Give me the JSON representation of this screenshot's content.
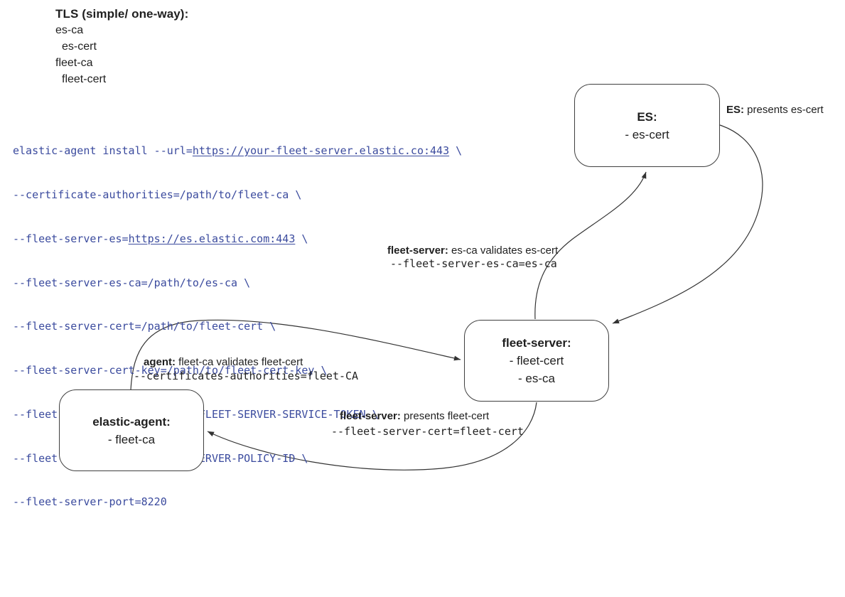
{
  "colors": {
    "code_color": "#3b4b9e",
    "line_color": "#333333"
  },
  "title_block": {
    "title": "TLS (simple/ one-way):",
    "items": [
      "es-ca",
      "es-cert",
      "fleet-ca",
      "fleet-cert"
    ]
  },
  "code_block": {
    "lines": [
      {
        "pre": "elastic-agent install --url=",
        "link": "https://your-fleet-server.elastic.co:443",
        "post": " \\"
      },
      {
        "pre": "--certificate-authorities=/path/to/fleet-ca \\"
      },
      {
        "pre": "--fleet-server-es=",
        "link": "https://es.elastic.com:443",
        "post": " \\"
      },
      {
        "pre": "--fleet-server-es-ca=/path/to/es-ca \\"
      },
      {
        "pre": "--fleet-server-cert=/path/to/fleet-cert \\"
      },
      {
        "pre": "--fleet-server-cert-key=/path/to/fleet-cert-key \\"
      },
      {
        "pre": "--fleet-server-service-token=FLEET-SERVER-SERVICE-TOKEN \\"
      },
      {
        "pre": "--fleet-server-policy=FLEET-SERVER-POLICY-ID \\"
      },
      {
        "pre": "--fleet-server-port=8220"
      }
    ]
  },
  "nodes": {
    "es": {
      "title": "ES:",
      "lines": [
        "- es-cert"
      ]
    },
    "fleet": {
      "title": "fleet-server:",
      "lines": [
        "- fleet-cert",
        "- es-ca"
      ]
    },
    "agent": {
      "title": "elastic-agent:",
      "lines": [
        "- fleet-ca"
      ]
    }
  },
  "labels": {
    "es_presents": {
      "bold": "ES:",
      "text": " presents es-cert"
    },
    "fleet_validates": {
      "bold": "fleet-server:",
      "text": " es-ca validates es-cert",
      "mono": "--fleet-server-es-ca=es-ca"
    },
    "agent_validates": {
      "bold": "agent:",
      "text": " fleet-ca validates fleet-cert",
      "mono": "--certificates-authorities=fleet-CA"
    },
    "fleet_presents": {
      "bold": "fleet-server:",
      "text": " presents fleet-cert",
      "mono": "--fleet-server-cert=fleet-cert"
    }
  }
}
